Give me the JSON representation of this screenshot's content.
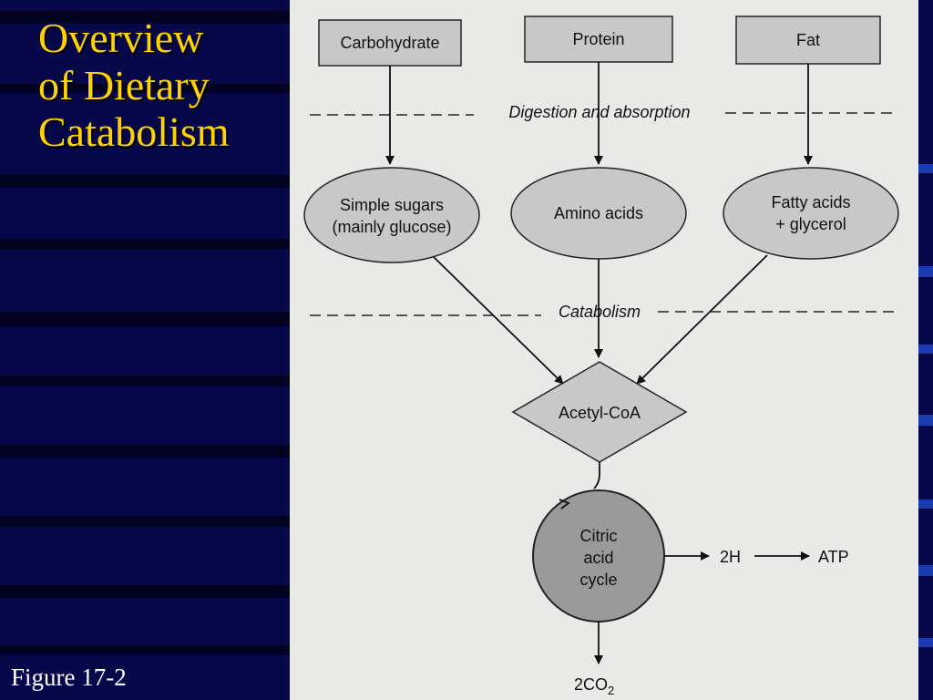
{
  "slide": {
    "title_lines": [
      "Overview",
      "of Dietary",
      "Catabolism"
    ],
    "caption": "Figure 17-2"
  },
  "diagram": {
    "sources": [
      "Carbohydrate",
      "Protein",
      "Fat"
    ],
    "stage1_label": "Digestion and absorption",
    "products": [
      {
        "line1": "Simple sugars",
        "line2": "(mainly glucose)"
      },
      {
        "line1": "Amino acids",
        "line2": ""
      },
      {
        "line1": "Fatty acids",
        "line2": "+ glycerol"
      }
    ],
    "stage2_label": "Catabolism",
    "hub": "Acetyl-CoA",
    "cycle": [
      "Citric",
      "acid",
      "cycle"
    ],
    "output_2h": "2H",
    "output_atp": "ATP",
    "output_co2": "2CO",
    "output_co2_sub": "2"
  },
  "colors": {
    "background": "#06084a",
    "title": "#ffd200",
    "panel": "#e9e9e7",
    "box_fill": "#c8c8c8",
    "cycle_fill": "#9a9a9a"
  }
}
